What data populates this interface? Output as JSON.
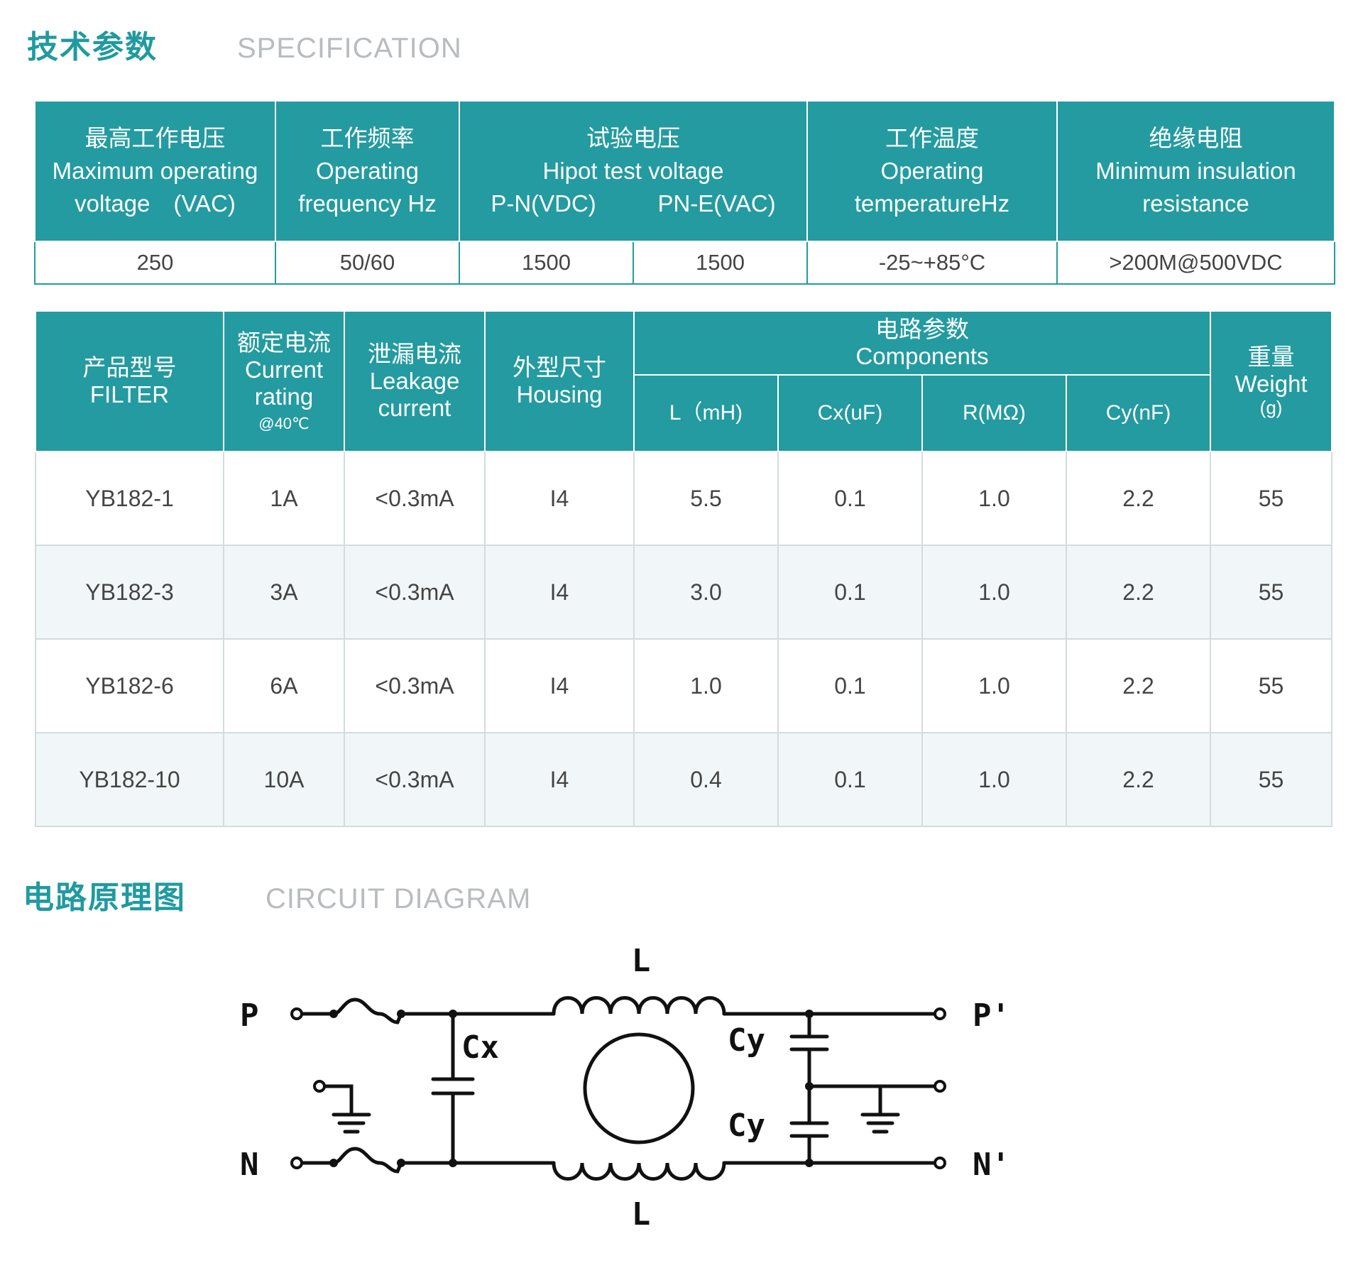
{
  "spec_section": {
    "title_cn": "技术参数",
    "title_en": "SPECIFICATION"
  },
  "spec_table": {
    "headers": {
      "max_voltage": {
        "cn": "最高工作电压",
        "en1": "Maximum operating",
        "en2": "voltage　(VAC)"
      },
      "frequency": {
        "cn": "工作频率",
        "en1": "Operating",
        "en2": "frequency Hz"
      },
      "hipot": {
        "cn": "试验电压",
        "en1": "Hipot test voltage",
        "sub1": "P-N(VDC)",
        "sub2": "PN-E(VAC)"
      },
      "temperature": {
        "cn": "工作温度",
        "en1": "Operating",
        "en2": "temperatureHz"
      },
      "insulation": {
        "cn": "绝缘电阻",
        "en1": "Minimum insulation",
        "en2": "resistance"
      }
    },
    "values": [
      "250",
      "50/60",
      "1500",
      "1500",
      "-25~+85°C",
      ">200M@500VDC"
    ]
  },
  "product_table": {
    "headers": {
      "model": {
        "cn": "产品型号",
        "en": "FILTER"
      },
      "rated_current": {
        "cn": "额定电流",
        "en1": "Current",
        "en2": "rating",
        "note": "@40℃"
      },
      "leakage": {
        "cn": "泄漏电流",
        "en1": "Leakage",
        "en2": "current"
      },
      "housing": {
        "cn": "外型尺寸",
        "en": "Housing"
      },
      "components": {
        "cn": "电路参数",
        "en": "Components"
      },
      "weight": {
        "cn": "重量",
        "en": "Weight",
        "unit": "(g)"
      },
      "sub": [
        "L（mH)",
        "Cx(uF)",
        "R(MΩ)",
        "Cy(nF)"
      ]
    },
    "rows": [
      [
        "YB182-1",
        "1A",
        "<0.3mA",
        "I4",
        "5.5",
        "0.1",
        "1.0",
        "2.2",
        "55"
      ],
      [
        "YB182-3",
        "3A",
        "<0.3mA",
        "I4",
        "3.0",
        "0.1",
        "1.0",
        "2.2",
        "55"
      ],
      [
        "YB182-6",
        "6A",
        "<0.3mA",
        "I4",
        "1.0",
        "0.1",
        "1.0",
        "2.2",
        "55"
      ],
      [
        "YB182-10",
        "10A",
        "<0.3mA",
        "I4",
        "0.4",
        "0.1",
        "1.0",
        "2.2",
        "55"
      ]
    ]
  },
  "circuit_section": {
    "title_cn": "电路原理图",
    "title_en": "CIRCUIT DIAGRAM"
  },
  "circuit_labels": {
    "p_in": "P",
    "n_in": "N",
    "p_out": "P'",
    "n_out": "N'",
    "inductor": "L",
    "cx": "Cx",
    "cy": "Cy"
  }
}
